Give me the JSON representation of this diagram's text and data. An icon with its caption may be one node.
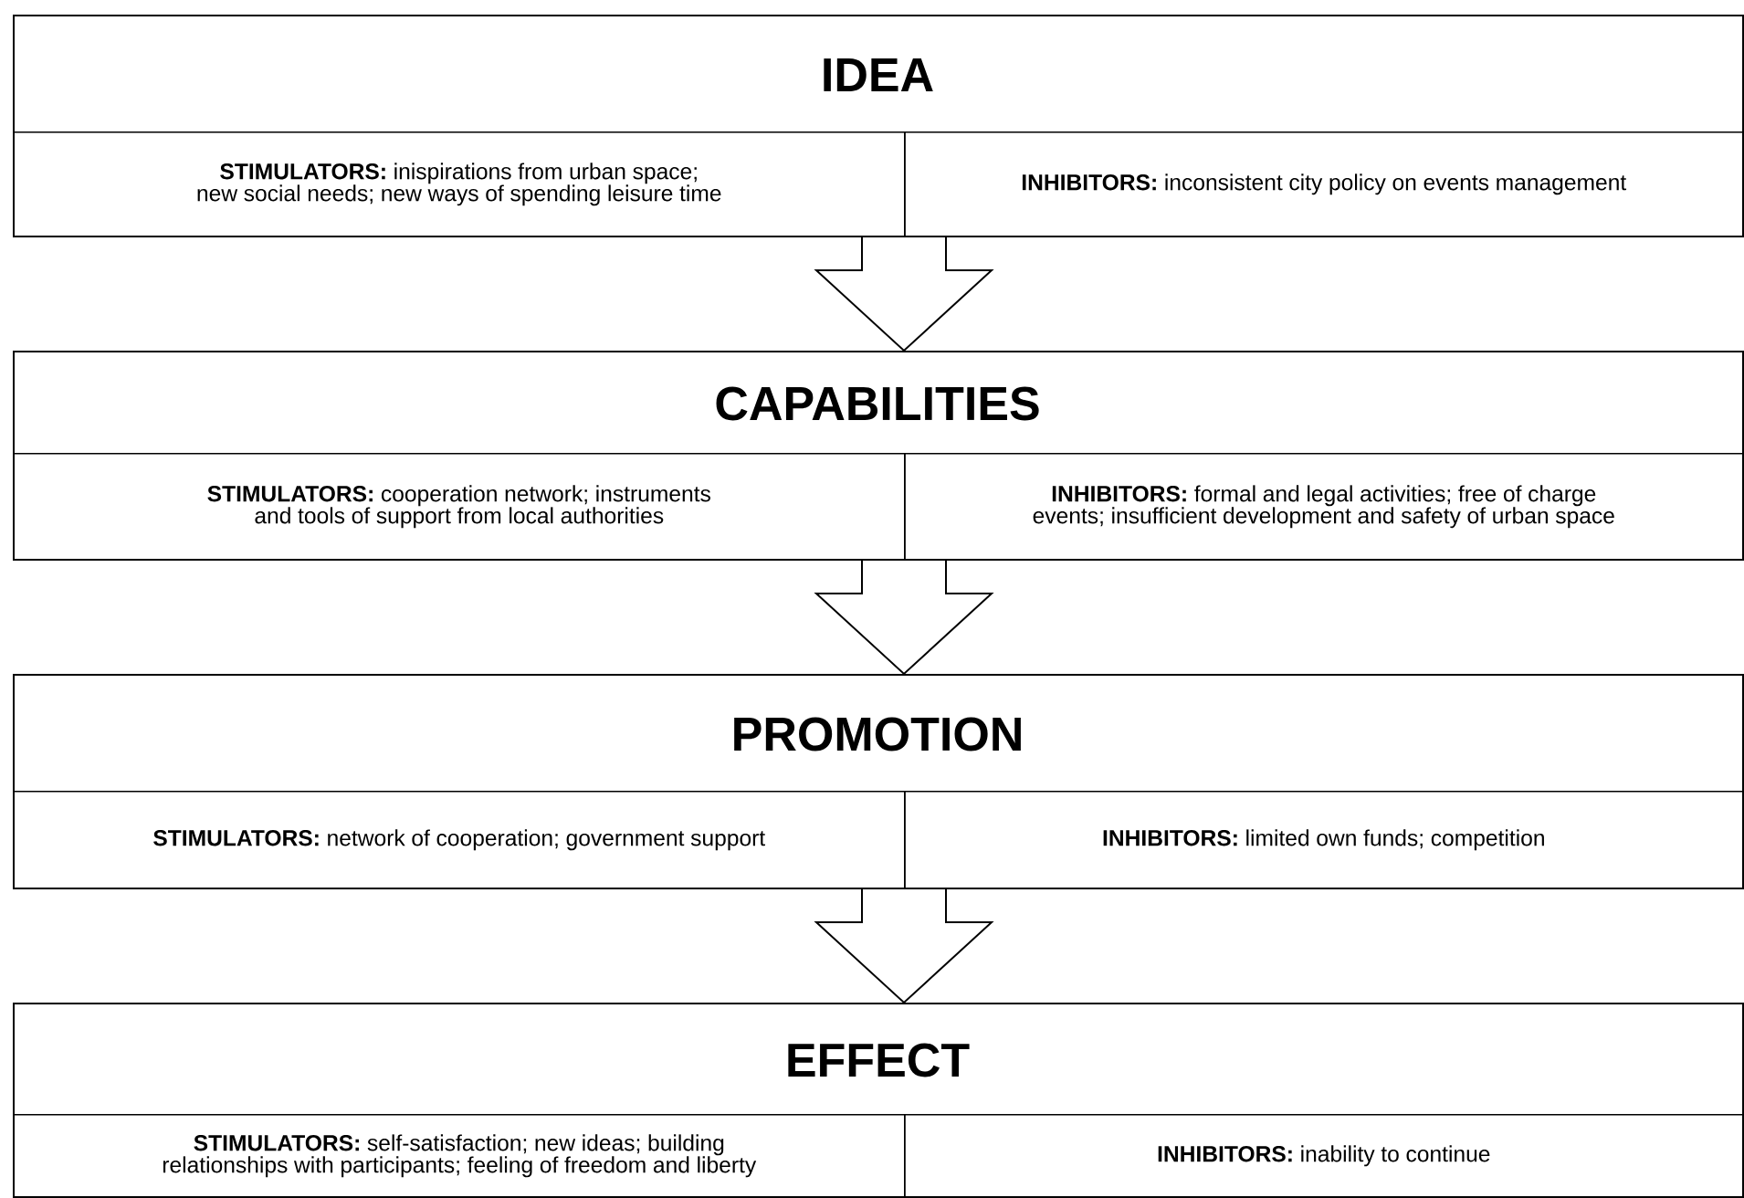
{
  "diagram": {
    "nodes": [
      {
        "text": [
          "IDEA"
        ]
      },
      {
        "text": [
          "**STIMULATORS:** inispirations from urban space; new social needs; new ways of spending leisure time"
        ],
        "in": 0
      },
      {
        "text": [
          "**INHIBITORS:** inconsistent city policy on events management"
        ],
        "in": 0
      },
      {
        "text": [
          "CAPABILITIES"
        ]
      },
      {
        "text": [
          "**STIMULATORS:** cooperation network; instruments and tools of support from local authorities"
        ],
        "in": 3
      },
      {
        "text": [
          "**INHIBITORS:** formal and legal activities; free of charge events; insufficient development and safety of urban space"
        ],
        "in": 3
      },
      {
        "text": [
          "PROMOTION"
        ]
      },
      {
        "text": [
          "**STIMULATORS:** network of cooperation; government support"
        ],
        "in": 6
      },
      {
        "text": [
          "**INHIBITORS:** limited own funds; competition"
        ],
        "in": 6
      },
      {
        "text": [
          "EFFECT"
        ]
      },
      {
        "text": [
          "**STIMULATORS:** self-satisfaction; new ideas; building relationships with participants; feeling of freedom and liberty"
        ],
        "in": 9
      },
      {
        "text": [
          "**INHIBITORS:** inability to continue"
        ],
        "in": 9
      }
    ],
    "edges": [
      {
        "from": 0,
        "to": 3,
        "arrow": "to"
      },
      {
        "from": 3,
        "to": 6,
        "arrow": "to"
      },
      {
        "from": 6,
        "to": 9,
        "arrow": "to"
      }
    ]
  }
}
